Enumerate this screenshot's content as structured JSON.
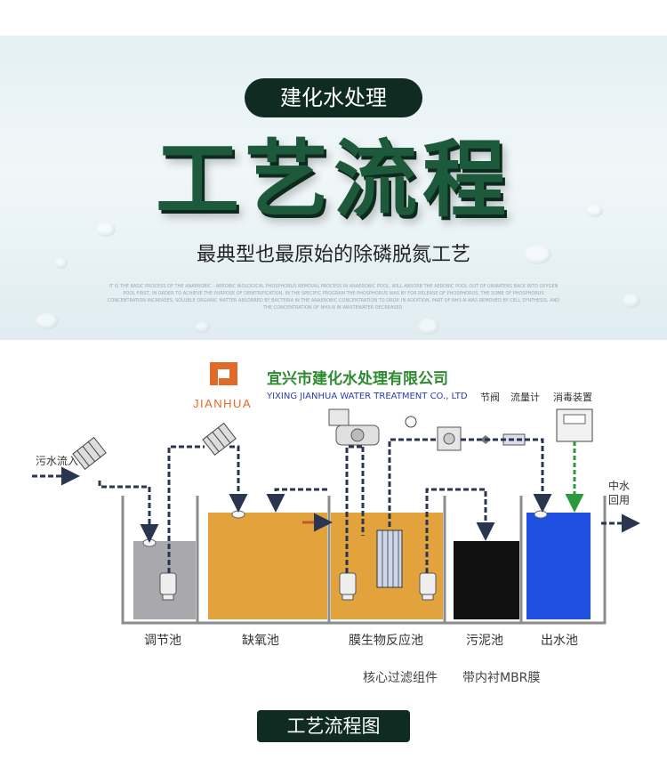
{
  "hero": {
    "pill": "建化水处理",
    "title": "工艺流程",
    "subtitle": "最典型也最原始的除磷脱氮工艺",
    "fineprint": "IT IS THE BASIC PROCESS OF THE ANAEROBIC - AEROBIC BIOLOGICAL PHOSPHORUS REMOVAL PROCESS IN ANAEROBIC POOL, WILL ABSORB THE AEROBIC POOL OUT OF UNWATERS BACK INTO OXYGEN POOL FIRST, IN ORDER TO ACHIEVE THE PURPOSE OF DENITRIFICATION. IN THE SPECIFIC PROGRAM THE PHOSPHORUS WAS BY FOR RELEASE OF PHOSPHORUS, THE SOME OF PHOSPHORUS CONCENTRATION INCREASES, SOLUBLE ORGANIC MATTER ABSORBED BY BACTERIA IN THE ANAEROBIC CONCENTRATION TO DROP. IN ADDITION, PART OF NH3-N WAS REMOVED BY CELL SYNTHESIS, AND THE CONCENTRATION OF NH3-N IN WASTEWATER DECREASED."
  },
  "company": {
    "logo_glyph": "ꓣJ",
    "logo_word": "JIANHUA",
    "name_cn": "宜兴市建化水处理有限公司",
    "name_en": "YIXING JIANHUA WATER TREATMENT CO., LTD"
  },
  "labels": {
    "inflow": "污水流入",
    "valve": "节阀",
    "flowmeter": "流量计",
    "disinfect": "消毒装置",
    "reuse_line1": "中水",
    "reuse_line2": "回用",
    "tank_regulate": "调节池",
    "tank_anoxic": "缺氧池",
    "tank_mbr": "膜生物反应池",
    "tank_sludge": "污泥池",
    "tank_outlet": "出水池",
    "core": "核心过滤组件",
    "membrane": "带内衬MBR膜"
  },
  "colors": {
    "dark_green": "#0f2b22",
    "title_green": "#1d5a3c",
    "orange_tank": "#e2a33c",
    "blue_tank": "#1f4fe0",
    "gray_tank": "#a9a9ad",
    "black_tank": "#111111",
    "company_green": "#2c8a2f",
    "logo_orange": "#e06a28"
  },
  "caption": "工艺流程图"
}
